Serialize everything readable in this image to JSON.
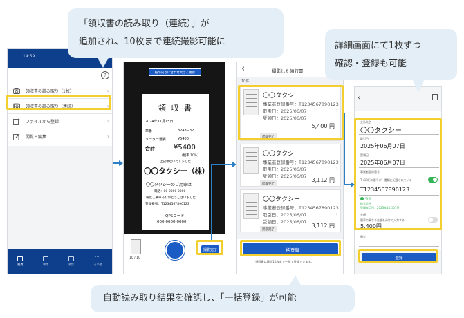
{
  "callouts": {
    "top_line1": "「領収書の読み取り（連続）」が",
    "top_line2": "追加され、10枚まで連続撮影可能に",
    "right_line1": "詳細画面にて1枚ずつ",
    "right_line2": "確認・登録も可能",
    "bottom": "自動読み取り結果を確認し、「一括登録」が可能"
  },
  "screen1": {
    "status_time": "14:59",
    "menu": [
      {
        "label": "領収書の読み取り（1枚）",
        "icon": "camera-icon"
      },
      {
        "label": "領収書の読み取り（連続）",
        "icon": "camera-multi-icon"
      },
      {
        "label": "ファイルから登録",
        "icon": "file-add-icon"
      },
      {
        "label": "閲覧・編集",
        "icon": "edit-icon"
      }
    ],
    "tabs": [
      {
        "label": "経費",
        "icon": "expense-tab-icon"
      },
      {
        "label": "申請",
        "icon": "apply-tab-icon"
      },
      {
        "label": "承認",
        "icon": "approve-tab-icon"
      },
      {
        "label": "その他",
        "icon": "more-tab-icon"
      }
    ]
  },
  "screen2": {
    "guide": "紙の向きに合わせ大きく撮影",
    "receipt": {
      "title": "領 収 書",
      "date": "2024年11月15日",
      "car_label": "車番",
      "car_value": "3243−32",
      "meter_label": "メーター運賃",
      "meter_value": "¥5400",
      "total_label": "合計",
      "total_value": "¥5400",
      "tax": "(税率 10%)",
      "received": "上記領収いたしました",
      "company": "〇〇タクシー（株）",
      "contact": "〇〇タクシーのご用命は",
      "tel": "電話：00-0000-0000",
      "thanks": "毎度ご乗車ありがとうございました",
      "regno": "登録番号：T1234567890123",
      "qr_label": "QPSコード",
      "qr_code": "000-0000-0000"
    },
    "counter": "10 / 10",
    "done_button": "撮影完了"
  },
  "screen3": {
    "title": "撮影した領収書",
    "count_label": "10件",
    "cards": [
      {
        "name": "〇〇タクシー",
        "regno": "事業者登録番号：T1234567890123",
        "date1": "取引日：2025/06/07",
        "date2": "受領日：2025/06/07",
        "amount": "5,400 円",
        "chip": "読取完了"
      },
      {
        "name": "〇〇タクシー",
        "regno": "事業者登録番号：T1234567890123",
        "date1": "取引日：2025/06/07",
        "date2": "受領日：2025/06/07",
        "amount": "3,112 円",
        "chip": "読取完了"
      },
      {
        "name": "〇〇タクシー",
        "regno": "事業者登録番号：T1234567890123",
        "date1": "取引日：2025/06/07",
        "date2": "受領日：2025/06/07",
        "amount": "3,112 円",
        "chip": "読取完了"
      }
    ],
    "bulk_button": "一括登録",
    "note": "領収書は最大10枚まで一括で登録できます。"
  },
  "screen4": {
    "store_label": "支払先名",
    "store_value": "〇〇タクシー",
    "date_label": "取引日",
    "date_value": "2025年06月07日",
    "received_label": "受領日",
    "received_value": "2025年06月07日",
    "regno_label": "事業者登録番号",
    "toggle_label": "T+13桁の番号が、書類に記載されている",
    "regno_value": "T1234567890123",
    "valid_label": "有効",
    "company_name": "株式会社",
    "company_date": "登録年月日：2023年10月01日",
    "amount_label": "金額",
    "amount_toggle": "税率の異なる金額を分けて入力する",
    "amount_value": "5,400円",
    "memo_label": "備考",
    "register_button": "登録"
  },
  "colors": {
    "accent": "#1a5cc4",
    "highlight": "#f2cf2e",
    "bubble": "#e3eef7",
    "navy": "#0d3f8c",
    "green": "#34b456"
  }
}
